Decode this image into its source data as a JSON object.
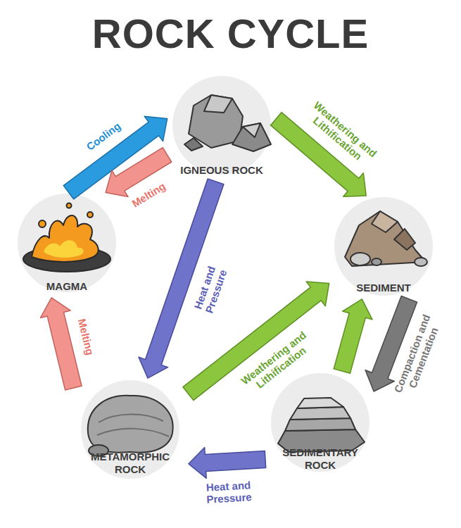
{
  "diagram": {
    "title": "ROCK CYCLE",
    "nodes": [
      {
        "text": [
          "IGNEOUS ROCK"
        ]
      },
      {
        "text": [
          "MAGMA"
        ]
      },
      {
        "text": [
          "SEDIMENT"
        ]
      },
      {
        "text": [
          "METAMORPHIC ROCK"
        ]
      },
      {
        "text": [
          "SEDIMENTARY ROCK"
        ]
      }
    ],
    "edges": [
      {
        "from": 1,
        "to": 0,
        "label": "Cooling",
        "arrow": "to"
      },
      {
        "from": 0,
        "to": 1,
        "label": "Melting",
        "arrow": "to"
      },
      {
        "from": 0,
        "to": 2,
        "label": "Weathering and Lithification",
        "arrow": "to"
      },
      {
        "from": 0,
        "to": 3,
        "label": "Heat and Pressure",
        "arrow": "to"
      },
      {
        "from": 3,
        "to": 2,
        "label": "Weathering and Lithification",
        "arrow": "to"
      },
      {
        "from": 4,
        "to": 2,
        "arrow": "to"
      },
      {
        "from": 2,
        "to": 4,
        "label": "Compaction and Cementation",
        "arrow": "to"
      },
      {
        "from": 4,
        "to": 3,
        "label": "Heat and Pressure",
        "arrow": "to"
      },
      {
        "from": 3,
        "to": 1,
        "label": "Melting",
        "arrow": "to"
      }
    ]
  }
}
